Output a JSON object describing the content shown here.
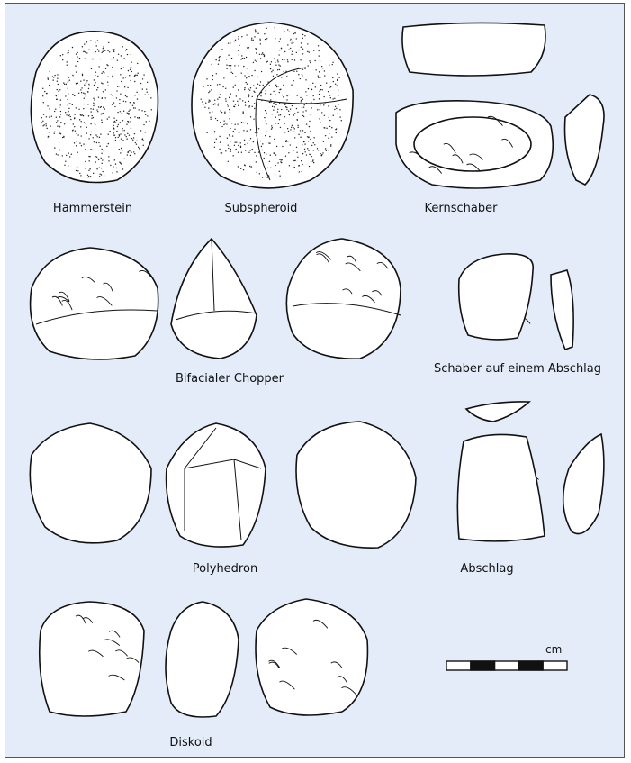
{
  "labels": {
    "hammerstein": "Hammerstein",
    "subspheroid": "Subspheroid",
    "kernschaber": "Kernschaber",
    "chopper": "Bifacialer Chopper",
    "schaber": "Schaber auf einem Abschlag",
    "polyhedron": "Polyhedron",
    "abschlag": "Abschlag",
    "diskoid": "Diskoid"
  },
  "scale": {
    "unit": "cm",
    "segments": 5
  },
  "colors": {
    "background": "#e3ecf8",
    "ink": "#111111",
    "fill": "#ffffff"
  }
}
